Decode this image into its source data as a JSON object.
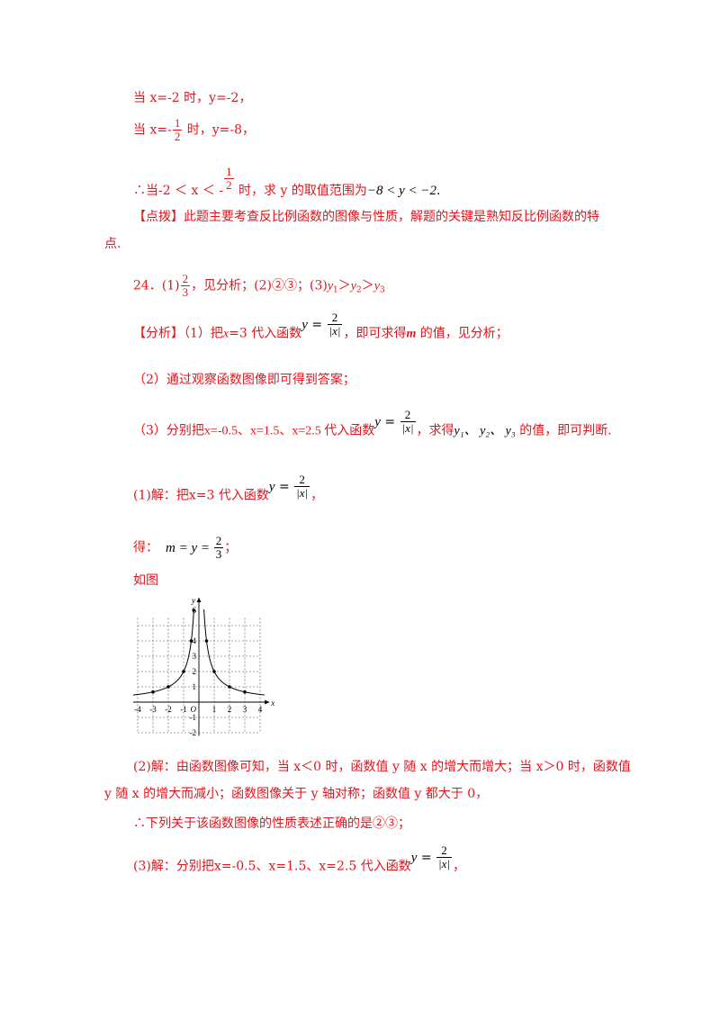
{
  "lines": {
    "l1": "当 x=-2 时，y=-2，",
    "l2_pre": "当 x=-",
    "l2_frac_num": "1",
    "l2_frac_den": "2",
    "l2_post": " 时，y=-8，",
    "l3_pre": "∴当-2 ＜ x ＜ -",
    "l3_frac_num": "1",
    "l3_frac_den": "2",
    "l3_mid": " 时，求 y 的取值范围为",
    "l3_range": "−8 < y < −2",
    "l3_end": ".",
    "dianbo_1": "【点拨】此题主要考查反比例函数的图像与性质，解题的关键是熟知反比例函数的特",
    "dianbo_2": "点.",
    "q24_pre": "24．(1)",
    "q24_frac_num": "2",
    "q24_frac_den": "3",
    "q24_mid": "，见分析；(2)②③；(3)",
    "q24_y1": "y",
    "q24_y1_sub": "1",
    "q24_gt1": "＞",
    "q24_y2": "y",
    "q24_y2_sub": "2",
    "q24_gt2": "＞",
    "q24_y3": "y",
    "q24_y3_sub": "3",
    "fenxi_1_pre": "【分析】（1）把",
    "fenxi_1_x": "x",
    "fenxi_1_mid": "=3 代入函数",
    "fn_y": "y",
    "fn_eq": " = ",
    "fn_num": "2",
    "fn_den": "|x|",
    "fenxi_1_post": "，即可求得",
    "fenxi_1_m": "m",
    "fenxi_1_end": " 的值，见分析；",
    "fenxi_2": "（2）通过观察函数图像即可得到答案；",
    "fenxi_3_pre": "（3）分别把",
    "fenxi_3_vals": "x=-0.5、x=1.5、x=2.5 代入函数",
    "fenxi_3_post": "，求得",
    "fenxi_3_ys": "y₁、 y₂、 y₃",
    "fenxi_3_end": " 的值，即可判断.",
    "sol1_pre": "(1)解：把",
    "sol1_mid": "x=3 代入函数",
    "sol1_end": "，",
    "de_pre": "得：",
    "de_expr": "m = y = ",
    "de_num": "2",
    "de_den": "3",
    "de_end": "；",
    "rutu": "如图",
    "sol2_a": "(2)解：由函数图像可知，当 x＜0 时，函数值 y 随 x 的增大而增大；当 x＞0 时，函数值",
    "sol2_b": "y 随 x 的增大而减小；函数图像关于 y 轴对称；函数值 y 都大于 0，",
    "sol2_c": "∴下列关于该函数图像的性质表述正确的是②③；",
    "sol3_pre": "(3)解：分别把",
    "sol3_mid": "x=-0.5、x=1.5、x=2.5 代入函数",
    "sol3_end": "，"
  },
  "graph": {
    "x_axis_label": "x",
    "y_axis_label": "y",
    "origin_label": "O",
    "x_ticks": [
      "-4",
      "-3",
      "-2",
      "-1",
      "1",
      "2",
      "3",
      "4"
    ],
    "y_ticks": [
      "6",
      "4",
      "3",
      "2",
      "1",
      "-1",
      "-2"
    ],
    "colors": {
      "curve": "#000000",
      "grid": "#555555"
    }
  },
  "chart_data": {
    "type": "line",
    "title": "",
    "xlabel": "x",
    "ylabel": "y",
    "xlim": [
      -4,
      4
    ],
    "ylim": [
      -2,
      6
    ],
    "grid": true,
    "series": [
      {
        "x": [
          -4,
          -3,
          -2,
          -1,
          -0.5,
          -0.4
        ],
        "y": [
          0.5,
          0.667,
          1,
          2,
          4,
          5
        ]
      },
      {
        "x": [
          0.4,
          0.5,
          1,
          2,
          3,
          4
        ],
        "y": [
          5,
          4,
          2,
          1,
          0.667,
          0.5
        ]
      }
    ],
    "points": {
      "x": [
        -3,
        -2,
        -1,
        -0.5,
        -0.333,
        0.5,
        1,
        2,
        3
      ],
      "y": [
        0.667,
        1,
        2,
        4,
        6,
        4,
        2,
        1,
        0.667
      ]
    }
  }
}
